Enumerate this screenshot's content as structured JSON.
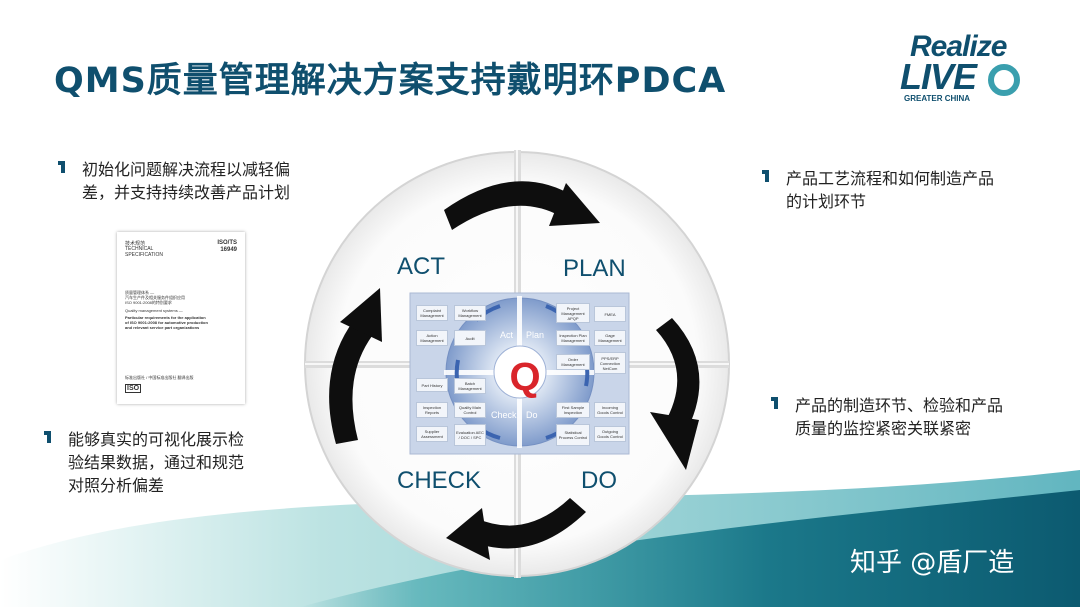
{
  "slide": {
    "title": "QMS质量管理解决方案支持戴明环PDCA",
    "logo": {
      "line1": "Realize",
      "line2": "LIVE",
      "line3": "GREATER CHINA"
    },
    "bullets": {
      "top_left": [
        "初始化问题解决流程以减轻偏",
        "差，并支持持续改善产品计划"
      ],
      "mid_left": [
        "能够真实的可视化展示检",
        "验结果数据，通过和规范",
        "对照分析偏差"
      ],
      "top_right": [
        "产品工艺流程和如何制造产品",
        "的计划环节"
      ],
      "mid_right": [
        "产品的制造环节、检验和产品",
        "质量的监控紧密关联紧密"
      ]
    },
    "spec_doc": {
      "tl1": "技术规范",
      "tl2": "TECHNICAL",
      "tl3": "SPECIFICATION",
      "tr1": "ISO/TS",
      "tr2": "16949",
      "cn_title": "质量管理体系 —",
      "cn_line2": "汽车生产件及相关服务件组织应用",
      "cn_line3": "ISO 9001:2008的特别要求",
      "en_title": "Quality management systems —",
      "en_line2": "Particular requirements for the application",
      "en_line3": "of ISO 9001:2008 for automotive production",
      "en_line4": "and relevant service part organizations",
      "footer_cn": "标准出版社 / 中国标准出版社 翻译出版",
      "iso": "ISO"
    },
    "watermark": "知乎 @盾厂造"
  },
  "pdca": {
    "phases": {
      "act": "ACT",
      "plan": "PLAN",
      "check": "CHECK",
      "do": "DO"
    },
    "colors": {
      "arrow": "#0e0e0e",
      "circle_line": "#c9c9c9",
      "inner_blue": "#8aa4cf",
      "q_red": "#d9252b",
      "title": "#0f4f6e"
    },
    "q_center": "Q",
    "q_labels": {
      "act": "Act",
      "plan": "Plan",
      "check": "Check",
      "do": "Do"
    },
    "modules": {
      "act": [
        "Complaint Management",
        "Workflow Management",
        "Action Management",
        "Audit"
      ],
      "plan": [
        "Project Management APQP",
        "FMEA",
        "Inspection Plan Management",
        "Gage Management",
        "Order Management",
        "PPS/ERP Connection NetCom"
      ],
      "check": [
        "Part History",
        "Batch Management",
        "Inspection Reports",
        "Quality Main Control",
        "Supplier Assessment",
        "Evaluation AEC / DOC / SPC"
      ],
      "do": [
        "First Sample Inspection",
        "Incoming Goods Control",
        "Statistical Process Control",
        "Outgoing Goods Control"
      ]
    }
  }
}
